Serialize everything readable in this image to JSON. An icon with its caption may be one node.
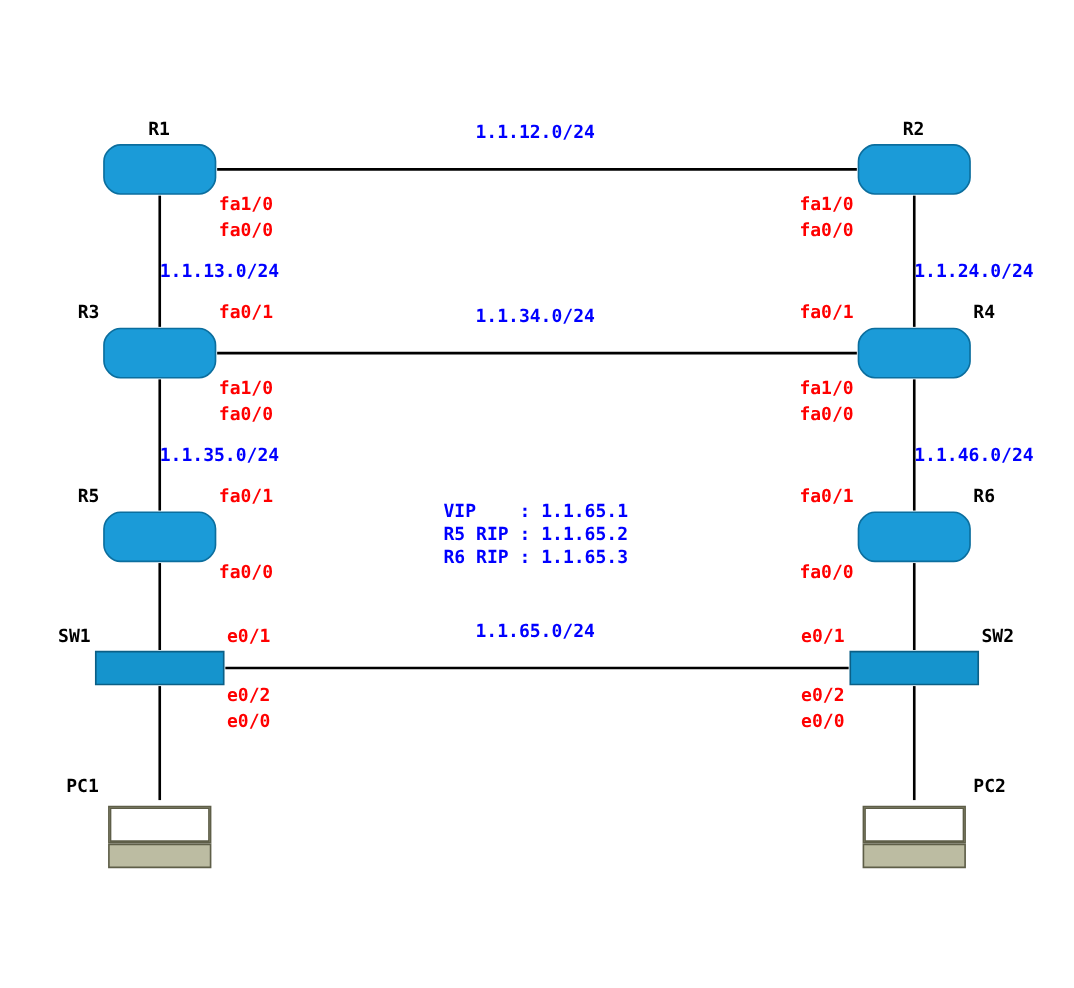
{
  "diagram": {
    "nodes": [
      {
        "text": [
          "R1"
        ],
        "beside": [
          "fa1/0",
          "fa0/0"
        ]
      },
      {
        "text": [
          "R2"
        ],
        "beside": [
          "fa1/0",
          "fa0/0"
        ]
      },
      {
        "text": [
          "R3"
        ],
        "beside": [
          "fa0/1",
          "fa1/0",
          "fa0/0"
        ]
      },
      {
        "text": [
          "R4"
        ],
        "beside": [
          "fa0/1",
          "fa1/0",
          "fa0/0"
        ]
      },
      {
        "text": [
          "R5"
        ],
        "beside": [
          "fa0/1",
          "fa0/0"
        ]
      },
      {
        "text": [
          "R6"
        ],
        "beside": [
          "fa0/1",
          "fa0/0"
        ]
      },
      {
        "text": [
          "SW1"
        ],
        "beside": [
          "e0/1",
          "e0/2",
          "e0/0"
        ]
      },
      {
        "text": [
          "SW2"
        ],
        "beside": [
          "e0/1",
          "e0/2",
          "e0/0"
        ]
      },
      {
        "text": [
          "PC1"
        ]
      },
      {
        "text": [
          "PC2"
        ]
      }
    ],
    "edges": [
      {
        "from": 0,
        "to": 1,
        "arrow": "none",
        "label": "1.1.12.0/24"
      },
      {
        "from": 0,
        "to": 2,
        "arrow": "none",
        "label": "1.1.13.0/24"
      },
      {
        "from": 1,
        "to": 3,
        "arrow": "none",
        "label": "1.1.24.0/24"
      },
      {
        "from": 2,
        "to": 3,
        "arrow": "none",
        "label": "1.1.34.0/24"
      },
      {
        "from": 2,
        "to": 4,
        "arrow": "none",
        "label": "1.1.35.0/24"
      },
      {
        "from": 3,
        "to": 5,
        "arrow": "none",
        "label": "1.1.46.0/24"
      },
      {
        "from": 4,
        "to": 6,
        "arrow": "none"
      },
      {
        "from": 5,
        "to": 7,
        "arrow": "none"
      },
      {
        "from": 6,
        "to": 7,
        "arrow": "none",
        "label": "1.1.65.0/24"
      },
      {
        "from": 6,
        "to": 8,
        "arrow": "none"
      },
      {
        "from": 7,
        "to": 9,
        "arrow": "none"
      }
    ],
    "labels": [
      "VIP    : 1.1.65.1",
      "R5 RIP : 1.1.65.2",
      "R6 RIP : 1.1.65.3"
    ]
  }
}
